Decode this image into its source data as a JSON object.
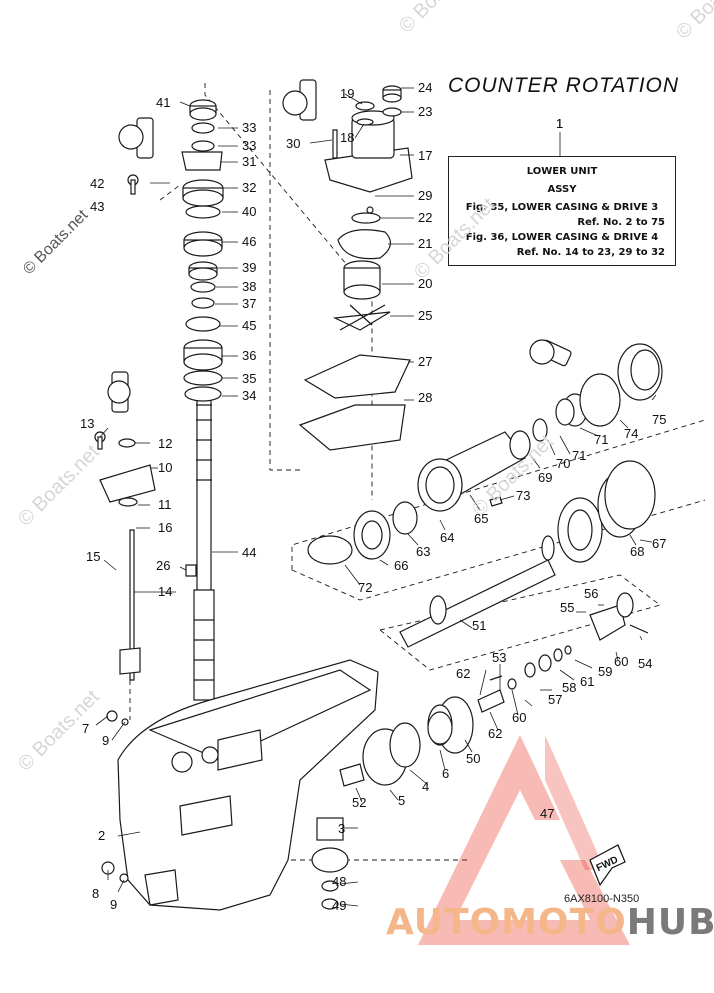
{
  "title": "COUNTER ROTATION",
  "ref_number": "1",
  "info_box": {
    "line1": "LOWER UNIT",
    "line2": "ASSY",
    "line3": "Fig. 35, LOWER CASING & DRIVE 3",
    "line4": "Ref. No. 2 to 75",
    "line5": "Fig. 36, LOWER CASING & DRIVE 4",
    "line6": "Ref. No. 14 to 23, 29 to 32"
  },
  "drawing_code": "6AX8100-N350",
  "watermarks": [
    "© Boats.net",
    "© Boats.net",
    "© Boats.net",
    "© Boats.net",
    "© Boats.net",
    "© Boats.net",
    "© Boats.net"
  ],
  "brand": {
    "part_a": "AUTOMOTO",
    "part_b": "HUB"
  },
  "fwd_label": "FWD",
  "callouts": [
    "41",
    "33",
    "33",
    "31",
    "42",
    "43",
    "32",
    "40",
    "46",
    "39",
    "38",
    "37",
    "45",
    "36",
    "35",
    "34",
    "13",
    "12",
    "10",
    "11",
    "16",
    "15",
    "14",
    "26",
    "44",
    "7",
    "9",
    "2",
    "8",
    "9",
    "19",
    "18",
    "30",
    "24",
    "23",
    "17",
    "29",
    "22",
    "21",
    "20",
    "25",
    "27",
    "28",
    "1",
    "75",
    "74",
    "71",
    "71",
    "70",
    "69",
    "73",
    "65",
    "64",
    "63",
    "66",
    "72",
    "68",
    "67",
    "51",
    "56",
    "55",
    "54",
    "60",
    "59",
    "61",
    "58",
    "57",
    "60",
    "53",
    "62",
    "62",
    "50",
    "6",
    "4",
    "5",
    "52",
    "3",
    "48",
    "49",
    "47"
  ],
  "colors": {
    "line": "#1a1a1a",
    "watermark": "#d6d6d6",
    "brand_orange": "#f5b68a",
    "brand_gray": "#7a7a7a",
    "triangle": "#e83a2a"
  }
}
